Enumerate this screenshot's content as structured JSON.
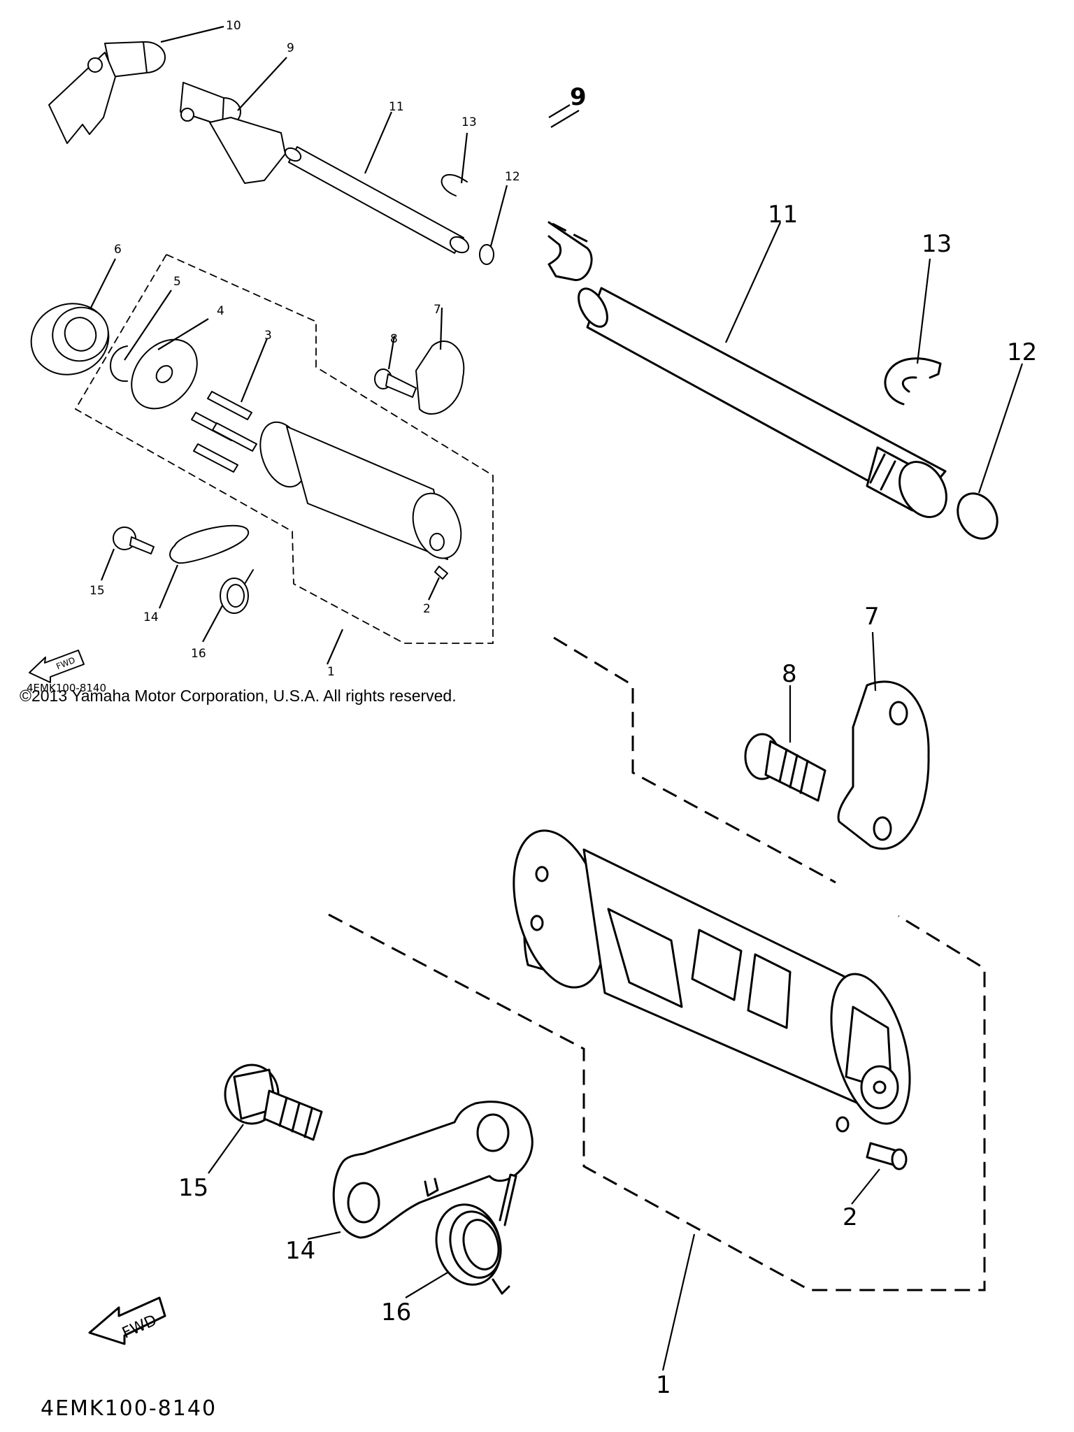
{
  "diagram": {
    "copyright": "©2013 Yamaha Motor Corporation, U.S.A. All rights reserved.",
    "diagram_code": "4EMK100-8140",
    "fwd_label": "FWD",
    "callouts": {
      "shift_cam": "1",
      "pin": "2",
      "dowel_pins": "3",
      "washer": "4",
      "circlip": "5",
      "bearing": "6",
      "retainer_plate": "7",
      "bolt": "8",
      "shift_fork_9": "9",
      "shift_fork_10": "10",
      "guide_bar": "11",
      "o_ring": "12",
      "circlip_13": "13",
      "stopper_lever": "14",
      "bolt_15": "15",
      "torsion_spring": "16"
    }
  }
}
